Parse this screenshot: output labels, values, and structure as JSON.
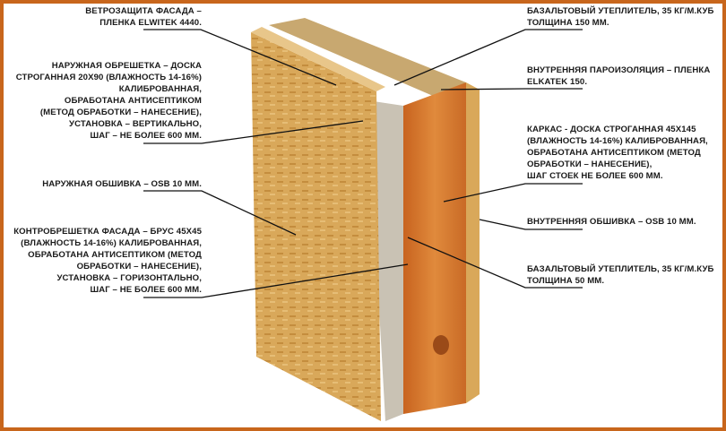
{
  "labels_left": [
    {
      "text": "ВЕТРОЗАЩИТА ФАСАДА –\nПЛЕНКА ELWITEK 4440."
    },
    {
      "text": "НАРУЖНАЯ ОБРЕШЕТКА – ДОСКА\nСТРОГАННАЯ 20Х90 (ВЛАЖНОСТЬ 14-16%)\nКАЛИБРОВАННАЯ,\nОБРАБОТАНА АНТИСЕПТИКОМ\n(МЕТОД ОБРАБОТКИ – НАНЕСЕНИЕ),\nУСТАНОВКА – ВЕРТИКАЛЬНО,\nШАГ – НЕ БОЛЕЕ 600 ММ."
    },
    {
      "text": "НАРУЖНАЯ ОБШИВКА – OSB 10 ММ."
    },
    {
      "text": "КОНТРОБРЕШЕТКА ФАСАДА – БРУС 45Х45\n(ВЛАЖНОСТЬ 14-16%) КАЛИБРОВАННАЯ,\nОБРАБОТАНА АНТИСЕПТИКОМ (МЕТОД\nОБРАБОТКИ – НАНЕСЕНИЕ),\nУСТАНОВКА – ГОРИЗОНТАЛЬНО,\nШАГ – НЕ БОЛЕЕ 600 ММ."
    }
  ],
  "labels_right": [
    {
      "text": "БАЗАЛЬТОВЫЙ УТЕПЛИТЕЛЬ, 35 КГ/М.КУБ\nТОЛЩИНА 150 ММ."
    },
    {
      "text": "ВНУТРЕННЯЯ ПАРОИЗОЛЯЦИЯ – ПЛЕНКА\nELKATEK 150."
    },
    {
      "text": "КАРКАС - ДОСКА СТРОГАННАЯ 45Х145\n(ВЛАЖНОСТЬ 14-16%) КАЛИБРОВАННАЯ,\nОБРАБОТАНА АНТИСЕПТИКОМ (МЕТОД\nОБРАБОТКИ – НАНЕСЕНИЕ),\nШАГ СТОЕК НЕ БОЛЕЕ 600 ММ."
    },
    {
      "text": "ВНУТРЕННЯЯ ОБШИВКА – OSB 10 ММ."
    },
    {
      "text": "БАЗАЛЬТОВЫЙ УТЕПЛИТЕЛЬ, 35 КГ/М.КУБ\nТОЛЩИНА 50 ММ."
    }
  ],
  "colors": {
    "frame": "#c8661c",
    "osb": "#d9a85a",
    "timber": "#d9782e",
    "membrane": "#c9c2b4",
    "insulation": "#c8a870"
  }
}
